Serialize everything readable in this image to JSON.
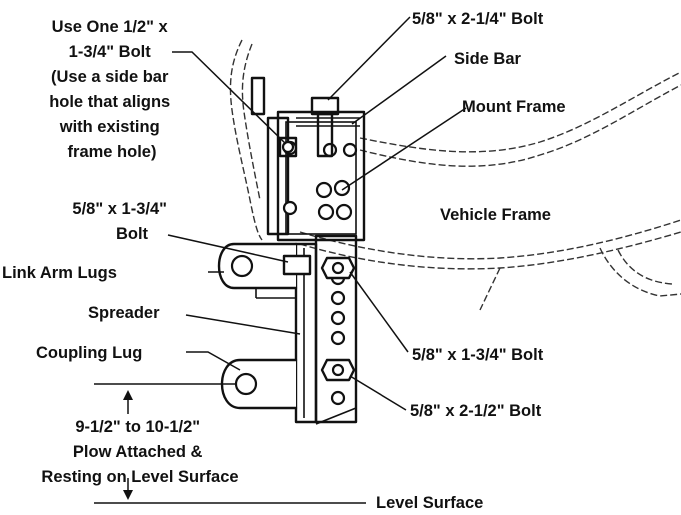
{
  "labels": {
    "one_half_bolt": [
      "Use One 1/2\" x",
      "1-3/4\" Bolt",
      "(Use a side bar",
      "hole that aligns",
      "with existing",
      "frame hole)"
    ],
    "top_bolt": "5/8\" x 2-1/4\" Bolt",
    "side_bar": "Side Bar",
    "mount_frame": "Mount Frame",
    "vehicle_frame": "Vehicle Frame",
    "link_bolt": [
      "5/8\" x 1-3/4\"",
      "Bolt"
    ],
    "link_arm_lugs": "Link Arm Lugs",
    "spreader": "Spreader",
    "coupling_lug": "Coupling Lug",
    "mid_bolt": "5/8\" x 1-3/4\" Bolt",
    "low_bolt": "5/8\" x 2-1/2\" Bolt",
    "height": [
      "9-1/2\" to 10-1/2\"",
      "Plow Attached &",
      "Resting on Level Surface"
    ],
    "level_surface": "Level Surface"
  }
}
